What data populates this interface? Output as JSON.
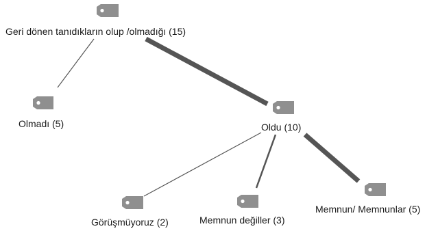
{
  "tree": {
    "root": {
      "label": "Geri dönen tanıdıkların olup /olmadığı (15)"
    },
    "olmadi": {
      "label": "Olmadı (5)"
    },
    "oldu": {
      "label": "Oldu (10)"
    },
    "gorusmuyoruz": {
      "label": "Görüşmüyoruz (2)"
    },
    "memnun_degiller": {
      "label": "Memnun değiller (3)"
    },
    "memnunlar": {
      "label": "Memnun/ Memnunlar (5)"
    }
  },
  "colors": {
    "tag": "#8f8f8f",
    "edge_thin": "#555555",
    "edge_thick": "#555555"
  }
}
